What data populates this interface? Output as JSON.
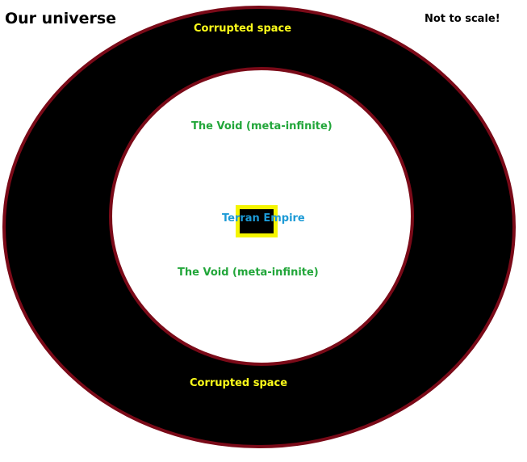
{
  "diagram": {
    "title": "Our universe",
    "note": "Not to scale!",
    "outer_ring": {
      "label_top": "Corrupted space",
      "label_bottom": "Corrupted space"
    },
    "void": {
      "label_top": "The Void (meta-infinite)",
      "label_bottom": "The Void (meta-infinite)"
    },
    "empire": {
      "label": "Terran Empire"
    }
  },
  "colors": {
    "background": "#ffffff",
    "ring_fill": "#000000",
    "ring_border": "#7a0a18",
    "void_fill": "#ffffff",
    "corrupted_text": "#ffff1a",
    "void_text": "#22a63a",
    "empire_text": "#1c9ad6",
    "empire_border": "#f5f500",
    "empire_fill": "#000000",
    "title_text": "#000000"
  }
}
